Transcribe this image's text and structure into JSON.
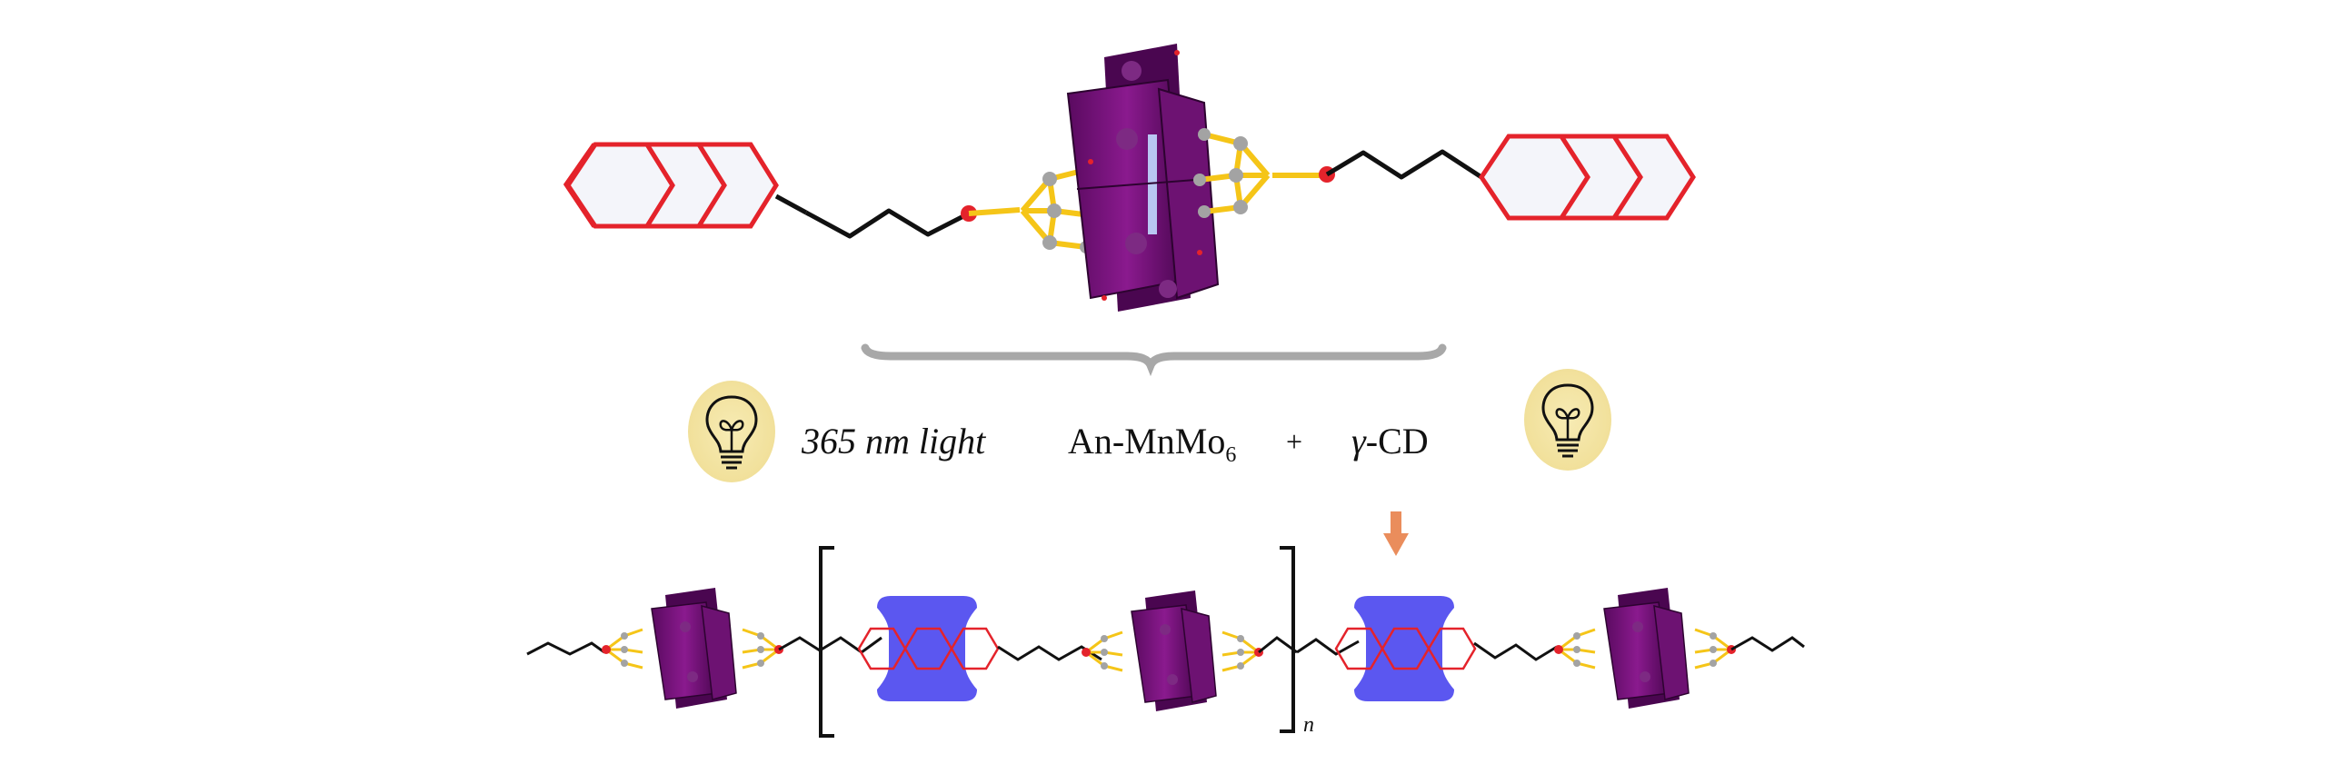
{
  "labels": {
    "light": "365 nm light",
    "compound_main": "An-MnMo",
    "compound_sub": "6",
    "plus": "+",
    "cd_greek": "γ",
    "cd_text": "-CD",
    "repeat_n": "n"
  },
  "colors": {
    "polyhedron": "#6a0f6e",
    "polyhedron_dark": "#4a0650",
    "ring": "#e4232b",
    "ring_fill": "#f4f5fa",
    "linker": "#f5c518",
    "node_gray": "#a3a3a3",
    "oxygen_red": "#e4232b",
    "chain": "#111111",
    "cyclodextrin": "#5b57f0",
    "arrow": "#ea8d5c",
    "bulb_glow": "#f5e6a5",
    "brace": "#a8a8a8"
  },
  "icons": {
    "bulb_left": "light-bulb-icon",
    "bulb_right": "light-bulb-icon",
    "arrow": "down-arrow-icon"
  }
}
